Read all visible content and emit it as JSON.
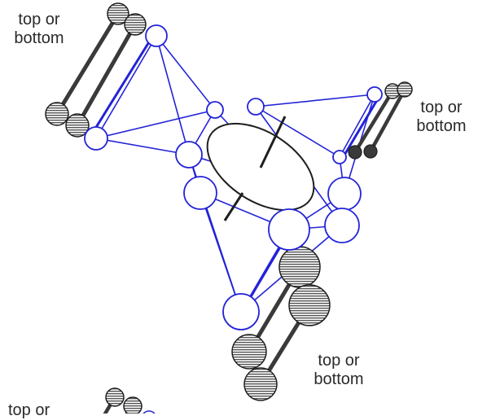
{
  "labels": {
    "top_left": [
      "top or",
      "bottom"
    ],
    "right": [
      "top or",
      "bottom"
    ],
    "lower_right": [
      "top or",
      "bottom"
    ],
    "bottom_left_partial": "top or"
  },
  "colors": {
    "network": "#2323d8",
    "outline": "#1e1e1e",
    "rod": "#3a3a3a",
    "hatch": "#555555",
    "node_fill": "#ffffff",
    "background": "#ffffff"
  }
}
